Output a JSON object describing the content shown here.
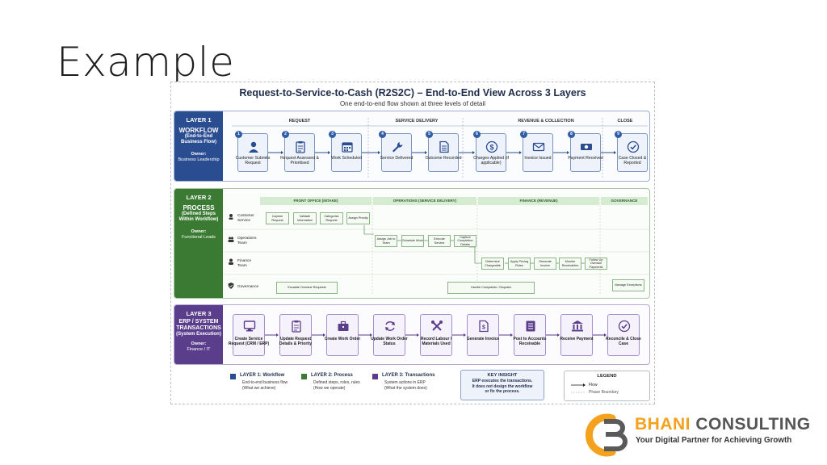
{
  "slide": {
    "title": "Example"
  },
  "diagram": {
    "title": "Request-to-Service-to-Cash (R2S2C) – End-to-End View Across 3 Layers",
    "subtitle": "One end-to-end flow shown at three levels of detail"
  },
  "colors": {
    "layer1": "#2a4c90",
    "layer2": "#3b7a33",
    "layer3": "#5a3e8c"
  },
  "layer1": {
    "tag": "LAYER 1",
    "name": "WORKFLOW",
    "sub": "(End-to-End Business Flow)",
    "owner_label": "Owner:",
    "owner": "Business Leadership",
    "phases": [
      "REQUEST",
      "SERVICE DELIVERY",
      "REVENUE & COLLECTION",
      "CLOSE"
    ],
    "steps": [
      {
        "num": "1",
        "label": "Customer Submits Request",
        "icon": "user-icon"
      },
      {
        "num": "2",
        "label": "Request Assessed & Prioritised",
        "icon": "clipboard-icon"
      },
      {
        "num": "3",
        "label": "Work Scheduled",
        "icon": "calendar-icon"
      },
      {
        "num": "4",
        "label": "Service Delivered",
        "icon": "wrench-icon"
      },
      {
        "num": "5",
        "label": "Outcome Recorded",
        "icon": "document-icon"
      },
      {
        "num": "6",
        "label": "Charges Applied (if applicable)",
        "icon": "dollar-icon"
      },
      {
        "num": "7",
        "label": "Invoice Issued",
        "icon": "envelope-icon"
      },
      {
        "num": "8",
        "label": "Payment Received",
        "icon": "cash-icon"
      },
      {
        "num": "9",
        "label": "Case Closed & Reported",
        "icon": "check-icon"
      }
    ]
  },
  "layer2": {
    "tag": "LAYER 2",
    "name": "PROCESS",
    "sub": "(Defined Steps Within Workflow)",
    "owner_label": "Owner:",
    "owner": "Functional Leads",
    "headers": [
      "FRONT OFFICE (INTAKE)",
      "OPERATIONS (SERVICE DELIVERY)",
      "FINANCE (REVENUE)",
      "GOVERNANCE"
    ],
    "roles": [
      "Customer Service",
      "Operations Team",
      "Finance Team",
      "Governance"
    ],
    "cs_steps": [
      "Capture Request",
      "Validate Information",
      "Categorise Request",
      "Assign Priority"
    ],
    "ops_steps": [
      "Assign Job to Team",
      "Schedule Work",
      "Execute Service",
      "Capture Completion Details"
    ],
    "fin_steps": [
      "Determine Chargeable",
      "Apply Pricing Rules",
      "Generate Invoice",
      "Monitor Receivables",
      "Follow Up Overdue Payments"
    ],
    "gov_steps": [
      "Escalate Overdue Requests",
      "Handle Complaints / Disputes",
      "Manage Exceptions"
    ]
  },
  "layer3": {
    "tag": "LAYER 3",
    "name": "ERP / SYSTEM TRANSACTIONS",
    "sub": "(System Execution)",
    "owner_label": "Owner:",
    "owner": "Finance / IT",
    "steps": [
      {
        "label": "Create Service Request (CRM / ERP)",
        "icon": "monitor-icon"
      },
      {
        "label": "Update Request Details & Priority",
        "icon": "clipboard-icon"
      },
      {
        "label": "Create Work Order",
        "icon": "briefcase-icon"
      },
      {
        "label": "Update Work Order Status",
        "icon": "refresh-icon"
      },
      {
        "label": "Record Labour / Materials Used",
        "icon": "tools-icon"
      },
      {
        "label": "Generate Invoice",
        "icon": "invoice-icon"
      },
      {
        "label": "Post to Accounts Receivable",
        "icon": "ledger-icon"
      },
      {
        "label": "Receive Payment",
        "icon": "bank-icon"
      },
      {
        "label": "Reconcile & Close Case",
        "icon": "check-icon"
      }
    ]
  },
  "legend": {
    "l1_title": "LAYER 1: Workflow",
    "l1_desc1": "End-to-end business flow",
    "l1_desc2": "(What we achieve)",
    "l2_title": "LAYER 2: Process",
    "l2_desc1": "Defined steps, roles, rules",
    "l2_desc2": "(How we operate)",
    "l3_title": "LAYER 3: Transactions",
    "l3_desc1": "System actions in ERP",
    "l3_desc2": "(What the system does)",
    "insight_title": "KEY INSIGHT",
    "insight_1": "ERP executes the transactions.",
    "insight_2": "It does not design the workflow",
    "insight_3": "or fix the process.",
    "legend_title": "LEGEND",
    "flow": "Flow",
    "phase_boundary": "Phase Boundary"
  },
  "brand": {
    "name1": "BHANI",
    "name2": "CONSULTING",
    "tagline": "Your Digital Partner for Achieving Growth"
  }
}
